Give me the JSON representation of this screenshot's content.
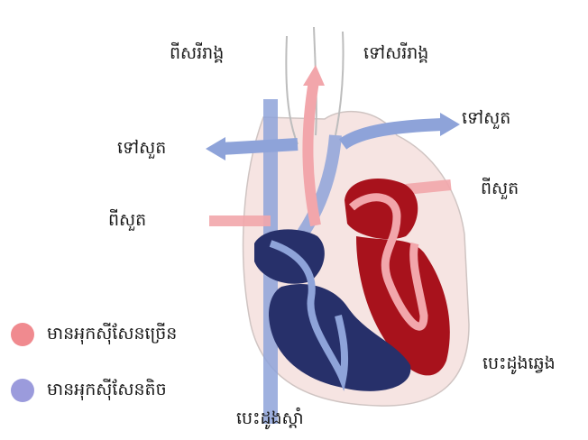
{
  "labels": {
    "from_body_top": "ពីសរីរាង្គ",
    "to_body_top": "ទៅសរីរាង្គ",
    "to_lung_left": "ទៅសួត",
    "to_lung_right": "ទៅសួត",
    "from_lung_left": "ពីសួត",
    "from_lung_right": "ពីសួត",
    "right_heart": "បេះដូងស្តាំ",
    "left_heart": "បេះដូងឆ្វេង"
  },
  "legend": [
    {
      "label": "មានអុកស៊ីសែនច្រើន",
      "color": "#f08a8f"
    },
    {
      "label": "មានអុកស៊ីសែនតិច",
      "color": "#9b9bdc"
    }
  ],
  "colors": {
    "oxygen_rich": "#f08a8f",
    "oxygen_poor": "#9b9bdc",
    "left_chamber": "#a8121c",
    "right_chamber": "#27306a",
    "vessel_blue": "#8ea3d9",
    "vessel_pink": "#f2a6ab",
    "heart_bg": "#f6e4e2"
  }
}
